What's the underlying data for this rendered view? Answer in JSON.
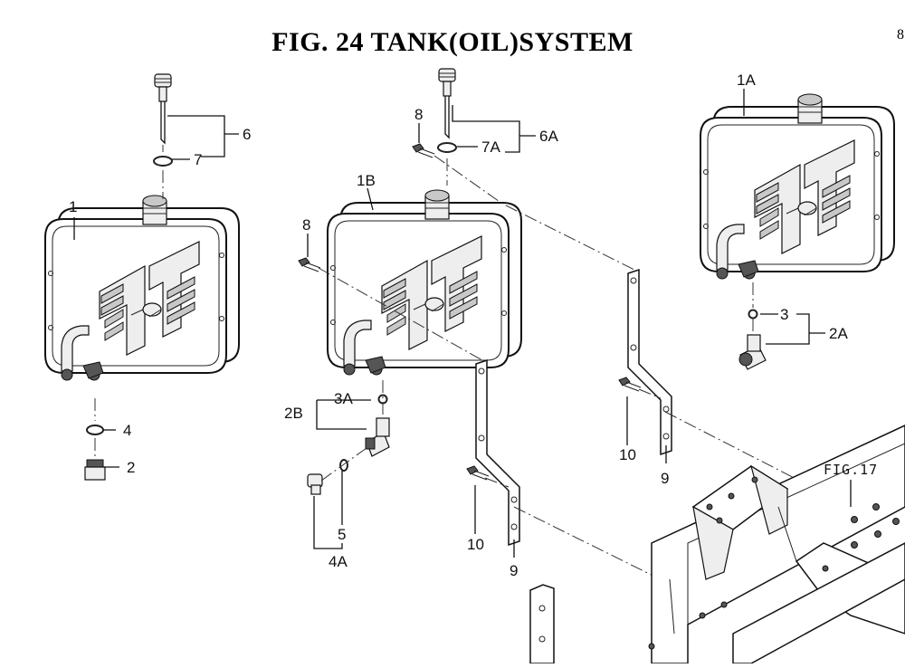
{
  "title": "FIG. 24  TANK(OIL)SYSTEM",
  "page_mark": "8",
  "callouts": {
    "c1": "1",
    "c1A": "1A",
    "c1B": "1B",
    "c2": "2",
    "c2A": "2A",
    "c2B": "2B",
    "c3": "3",
    "c3A": "3A",
    "c4": "4",
    "c4A": "4A",
    "c5": "5",
    "c6": "6",
    "c6A": "6A",
    "c7": "7",
    "c7A": "7A",
    "c8a": "8",
    "c8b": "8",
    "c9a": "9",
    "c9b": "9",
    "c10a": "10",
    "c10b": "10",
    "fig17": "FIG.17"
  }
}
